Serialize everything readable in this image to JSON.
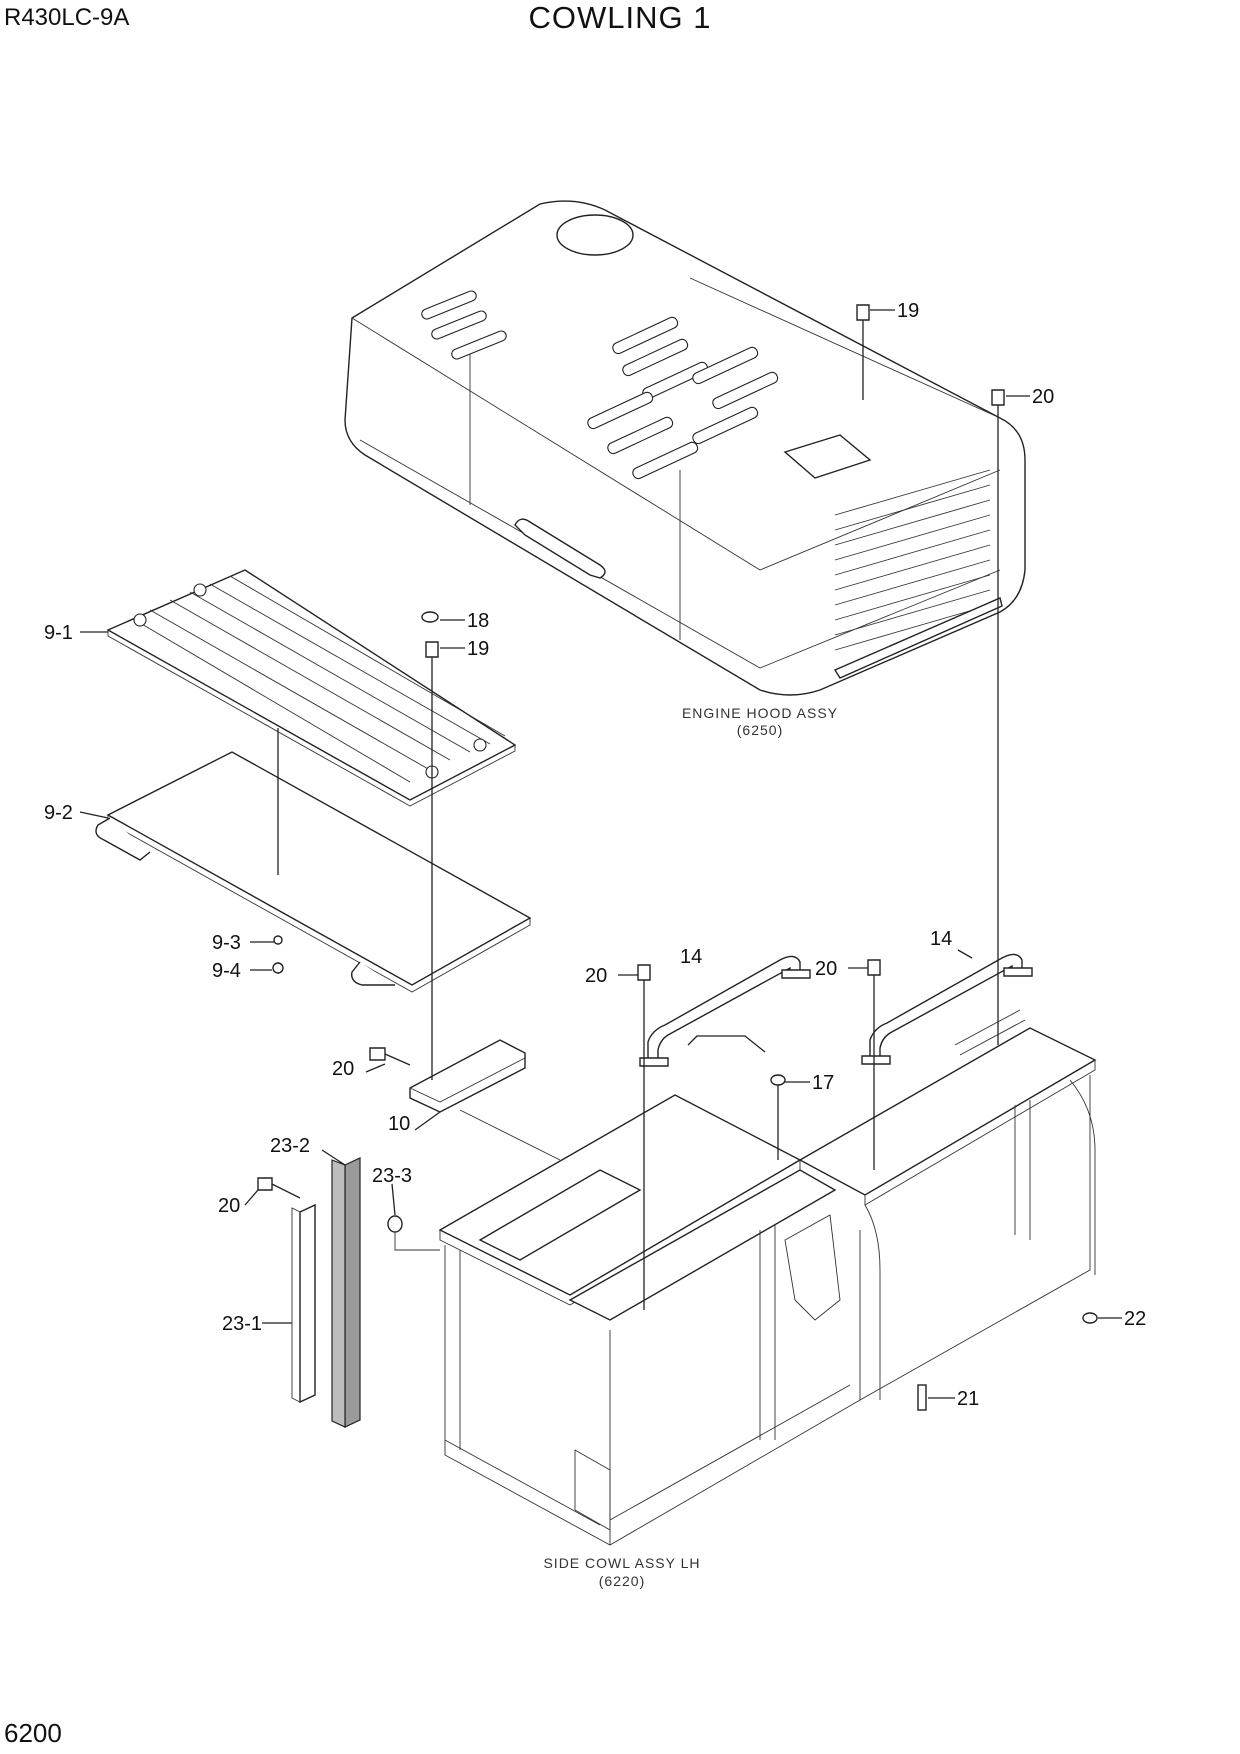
{
  "header": {
    "model": "R430LC-9A",
    "title": "COWLING 1"
  },
  "footer": {
    "page_number": "6200"
  },
  "assemblies": {
    "engine_hood": {
      "name": "ENGINE HOOD ASSY",
      "ref": "(6250)"
    },
    "side_cowl": {
      "name": "SIDE COWL ASSY LH",
      "ref": "(6220)"
    }
  },
  "callouts": {
    "c19a": "19",
    "c20a": "20",
    "c91": "9-1",
    "c18": "18",
    "c19b": "19",
    "c92": "9-2",
    "c93": "9-3",
    "c94": "9-4",
    "c20b": "20",
    "c14a": "14",
    "c20c": "20",
    "c14b": "14",
    "c20d": "20",
    "c17": "17",
    "c10": "10",
    "c232": "23-2",
    "c233": "23-3",
    "c20e": "20",
    "c231": "23-1",
    "c22": "22",
    "c21": "21"
  }
}
